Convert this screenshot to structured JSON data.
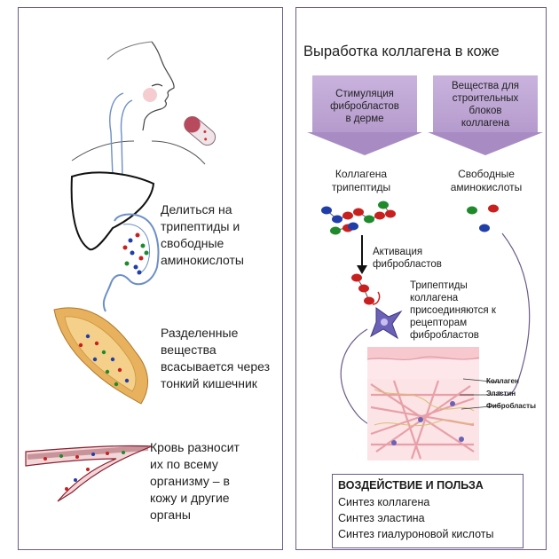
{
  "left": {
    "step1": [
      "Делиться на",
      "трипептиды и",
      "свободные",
      "аминокислоты"
    ],
    "step2": [
      "Разделенные",
      "вещества",
      "всасывается через",
      "тонкий кишечник"
    ],
    "step3": [
      "Кровь разносит",
      "их по всему",
      "организму – в",
      "кожу и другие",
      "органы"
    ]
  },
  "right": {
    "title": "Выработка коллагена в коже",
    "arrow_left": [
      "Стимуляция",
      "фибробластов",
      "в дерме"
    ],
    "arrow_right": [
      "Вещества для",
      "строительных",
      "блоков",
      "коллагена"
    ],
    "tripeptides_label": [
      "Коллагена",
      "трипептиды"
    ],
    "amino_label": [
      "Свободные",
      "аминокислоты"
    ],
    "activation_label": [
      "Активация",
      "фибробластов"
    ],
    "attach_label": [
      "Трипептиды",
      "коллагена",
      "присоединяются к",
      "рецепторам",
      "фибробластов"
    ],
    "skin_labels": [
      "Коллаген",
      "Эластин",
      "Фибробласты"
    ],
    "benefits": {
      "heading": "ВОЗДЕЙСТВИЕ И ПОЛЬЗА",
      "items": [
        "Синтез коллагена",
        "Синтез эластина",
        "Синтез гиалуроновой кислоты"
      ]
    }
  },
  "colors": {
    "border": "#6b5a8a",
    "arrow": "#b59bcd",
    "dot_blue": "#1f3ea8",
    "dot_red": "#c8201e",
    "dot_green": "#1f8a2b"
  }
}
